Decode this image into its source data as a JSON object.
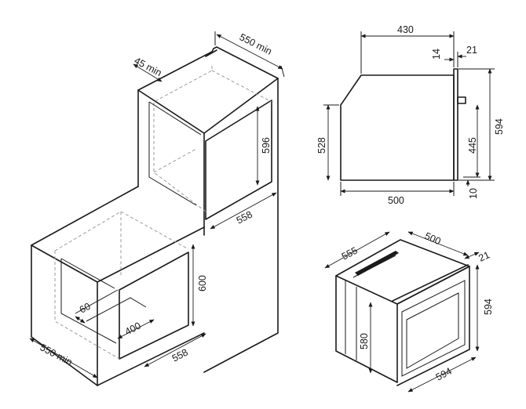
{
  "installation": {
    "upper_cavity": {
      "depth": "550 min",
      "gap": "45 min",
      "height": "596",
      "width": "558"
    },
    "lower_cavity": {
      "height": "600",
      "width": "558",
      "vent_depth": "60",
      "vent_width": "400",
      "depth": "550 min"
    }
  },
  "side_view": {
    "top_depth": "430",
    "front_panel": "14",
    "door": "21",
    "height_total": "594",
    "height_body": "528",
    "height_inner": "445",
    "bottom_offset": "10",
    "depth": "500"
  },
  "iso_view": {
    "depth": "555",
    "width_top": "500",
    "door": "21",
    "height_side": "594",
    "inner_height": "580",
    "width_front": "594"
  }
}
